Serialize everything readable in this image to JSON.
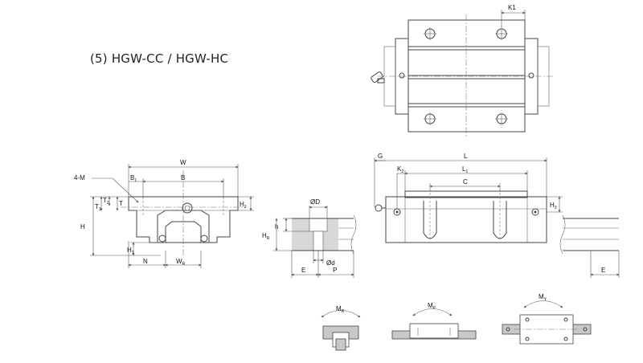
{
  "title": "(5) HGW-CC / HGW-HC",
  "labels": {
    "K1": "K1",
    "W": "W",
    "B1": "B",
    "B1_sub": "1",
    "B": "B",
    "four_m": "4-M",
    "T": "T",
    "T1": "T",
    "T1_sub": "1",
    "T2": "T",
    "T2_sub": "2",
    "H": "H",
    "H1": "H",
    "H1_sub": "1",
    "H2": "H",
    "H2_sub": "2",
    "N": "N",
    "WR": "W",
    "WR_sub": "R",
    "G": "G",
    "L": "L",
    "K2": "K",
    "K2_sub": "2",
    "L1": "L",
    "L1_sub": "1",
    "C": "C",
    "H3": "H",
    "H3_sub": "3",
    "OD": "ØD",
    "h": "h",
    "HR": "H",
    "HR_sub": "R",
    "od": "Ød",
    "E_left": "E",
    "P": "P",
    "E_right": "E",
    "MR": "M",
    "MR_sub": "R",
    "MP": "M",
    "MP_sub": "P",
    "MY": "M",
    "MY_sub": "Y"
  }
}
